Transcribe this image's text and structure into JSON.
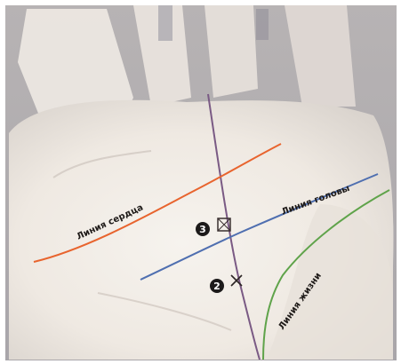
{
  "labels": {
    "heart_line": "Линия сердца",
    "head_line": "Линия головы",
    "life_line": "Линия жизни"
  },
  "markers": {
    "square_number": "3",
    "cross_number": "2"
  },
  "colors": {
    "heart_line": "#e8642e",
    "head_line": "#4f6fb0",
    "life_line": "#5fa34a",
    "fate_line": "#7a5a84",
    "palm": "#f1ece4",
    "marker": "#1c1a1a"
  }
}
